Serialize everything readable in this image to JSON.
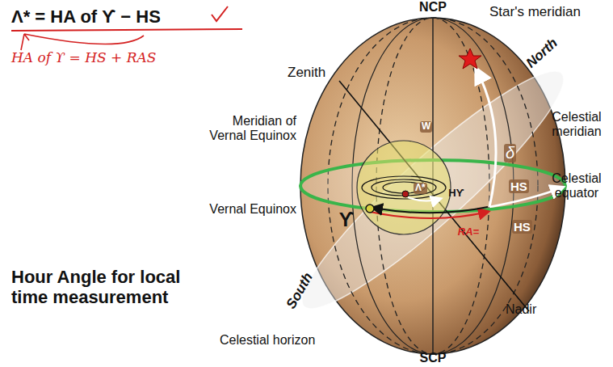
{
  "diagram": {
    "labels": [
      "Λ* = HA of ϒ − HS",
      "HA of ϒ = HS + RAS",
      "NCP",
      "Star's meridian",
      "North",
      "Zenith",
      "Meridian of Vernal Equinox",
      "W",
      "δ",
      "Celestial meridian",
      "Celestial equator",
      "Λ*",
      "Hϒ",
      "HS",
      "Vernal Equinox",
      "ϒ",
      "HS",
      "RA=",
      "Hour Angle for local time measurement",
      "South",
      "Nadir",
      "Celestial horizon",
      "SCP"
    ]
  }
}
